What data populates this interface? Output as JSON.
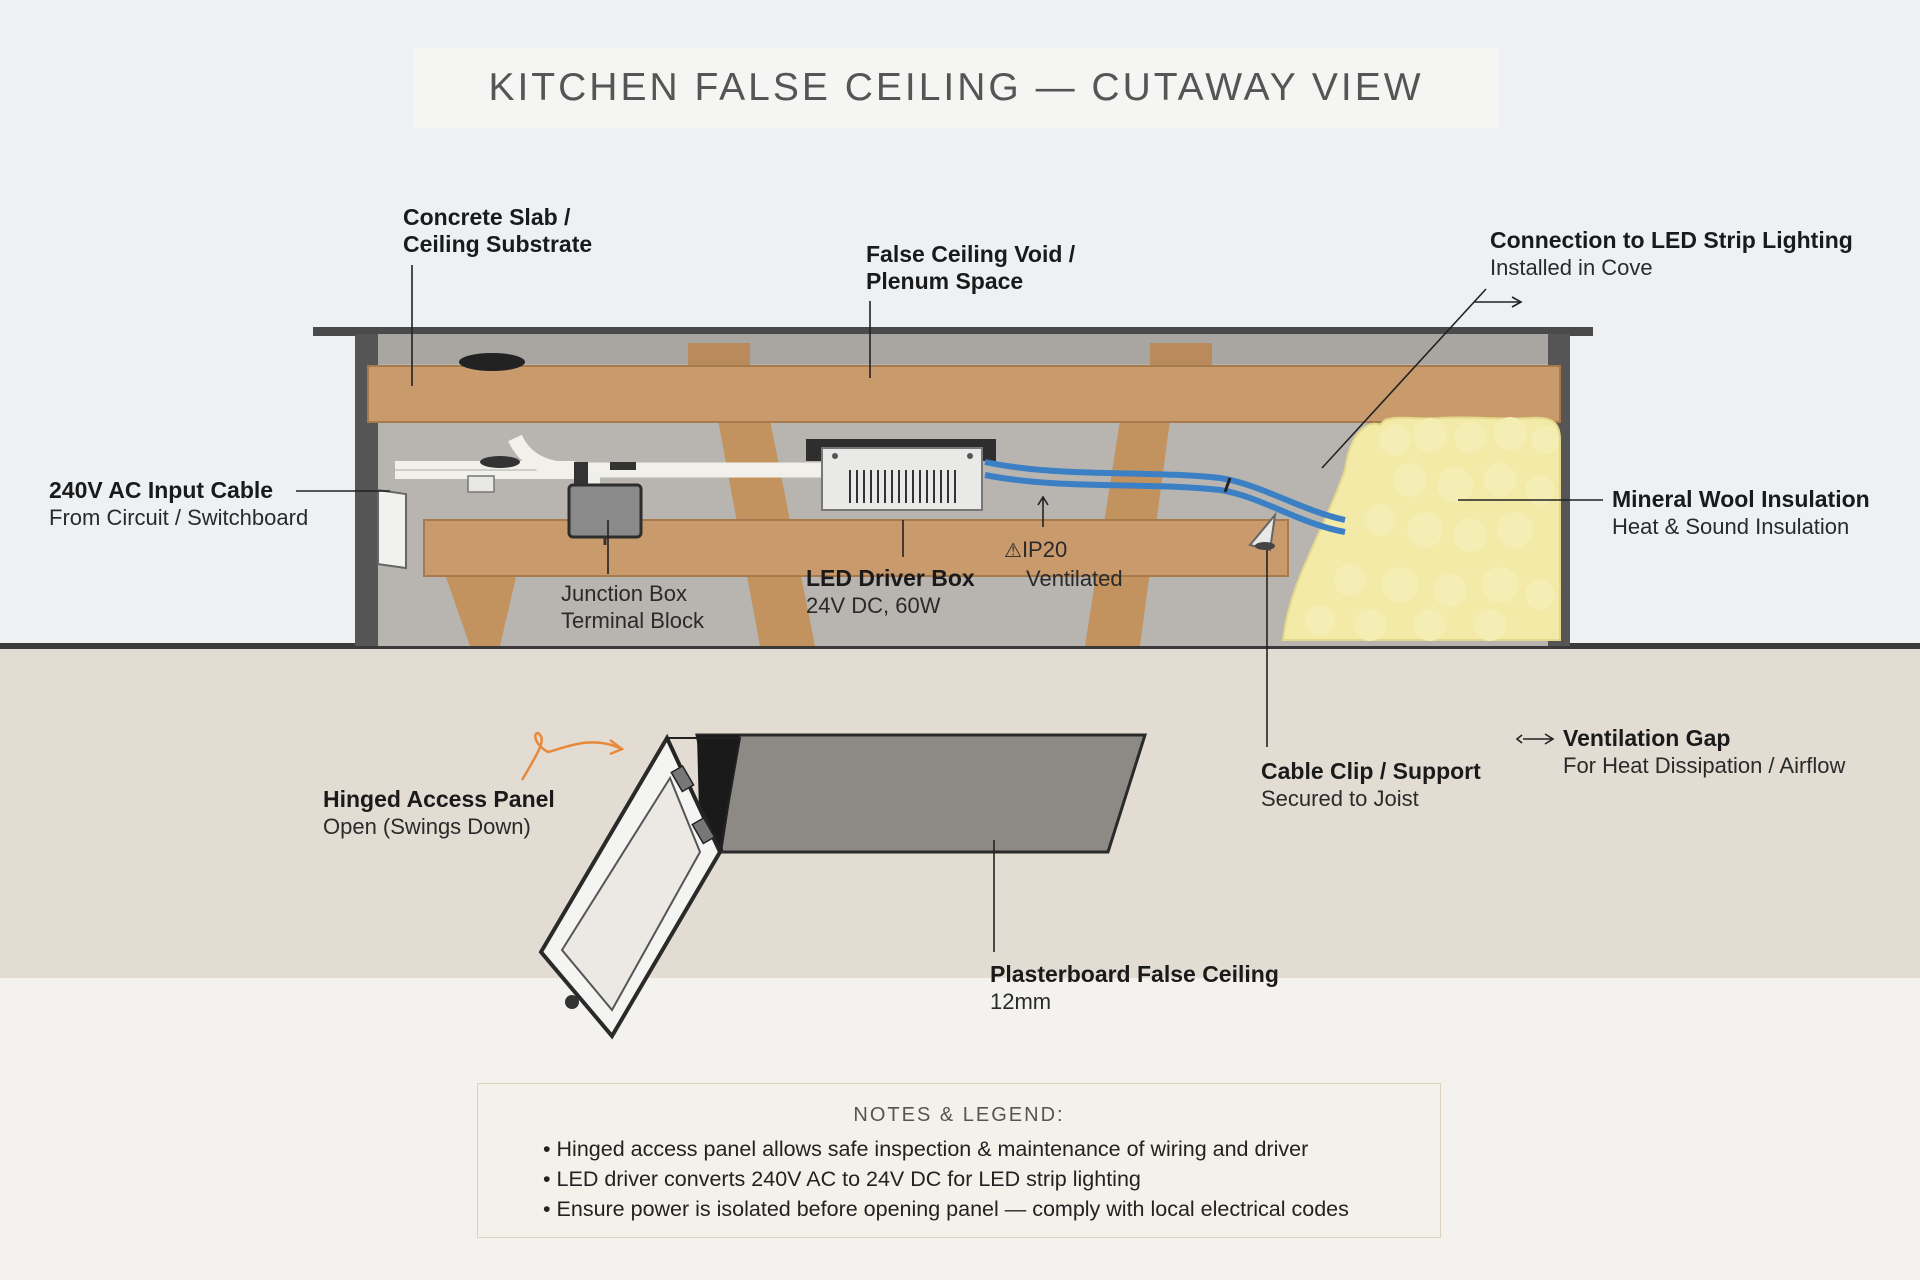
{
  "title": "KITCHEN FALSE CEILING — CUTAWAY VIEW",
  "labels": {
    "concrete_slab": {
      "heading": "Concrete Slab /",
      "heading2": "Ceiling Substrate"
    },
    "ceiling_void": {
      "heading": "False Ceiling Void /",
      "heading2": "Plenum Space"
    },
    "led_connection": {
      "heading": "Connection to LED Strip Lighting",
      "sub": "Installed in Cove"
    },
    "ac_input": {
      "heading": "240V AC Input Cable",
      "sub": "From Circuit / Switchboard"
    },
    "mineral_wool": {
      "heading": "Mineral Wool Insulation",
      "sub": "Heat & Sound Insulation"
    },
    "junction_box": {
      "line1": "Junction Box",
      "line2": "Terminal Block"
    },
    "led_driver": {
      "heading": "LED Driver Box",
      "sub": "24V DC, 60W"
    },
    "ip20": {
      "line1": "IP20",
      "line2": "Ventilated"
    },
    "cable_clip": {
      "heading": "Cable Clip / Support",
      "sub": "Secured to Joist"
    },
    "ventilation": {
      "heading": "Ventilation Gap",
      "sub": "For Heat Dissipation / Airflow"
    },
    "access_panel": {
      "heading": "Hinged Access Panel",
      "sub": "Open (Swings Down)"
    },
    "plasterboard": {
      "heading": "Plasterboard False Ceiling",
      "sub": "12mm"
    }
  },
  "notes": {
    "title": "NOTES & LEGEND:",
    "items": [
      "Hinged access panel allows safe inspection & maintenance of wiring and driver",
      "LED driver converts 240V AC to 24V DC for LED strip lighting",
      "Ensure power is isolated before opening panel — comply with local electrical codes"
    ]
  },
  "icons": [
    "warning-icon",
    "hinge-icon",
    "swing-arrow-icon",
    "airflow-arrow-icon"
  ],
  "colors": {
    "background": "#eef1f4",
    "joist": "#c99a6c",
    "cavity": "#b5b2ad",
    "slab": "#5a5a5a",
    "ceiling_band": "#e2dcd3",
    "insulation": "#f2eaa6",
    "led_cable": "#3b7fc4",
    "ac_cable": "#f2f0ea",
    "accent_arrow": "#e8893a"
  }
}
